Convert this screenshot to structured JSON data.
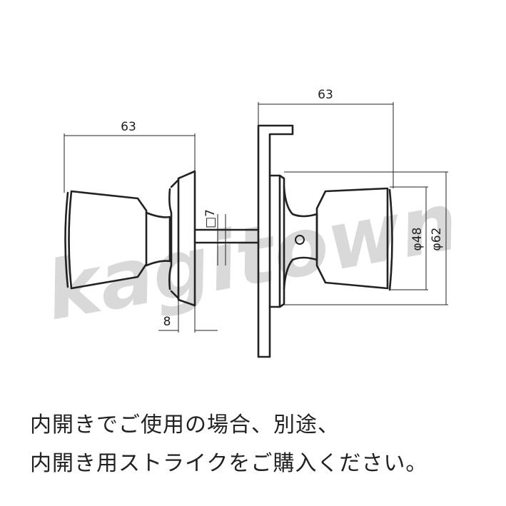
{
  "diagram": {
    "dim_left_width": "63",
    "dim_right_width": "63",
    "dim_spindle": "□7",
    "dim_rose_thickness": "8",
    "dim_phi48": "φ48",
    "dim_phi62": "φ62",
    "watermark": "kagitown"
  },
  "caption": {
    "line1": "内開きでご使用の場合、別途、",
    "line2": "内開き用ストライクをご購入ください。"
  },
  "colors": {
    "line": "#222222",
    "watermark": "#d9d9d9",
    "text": "#222222"
  }
}
